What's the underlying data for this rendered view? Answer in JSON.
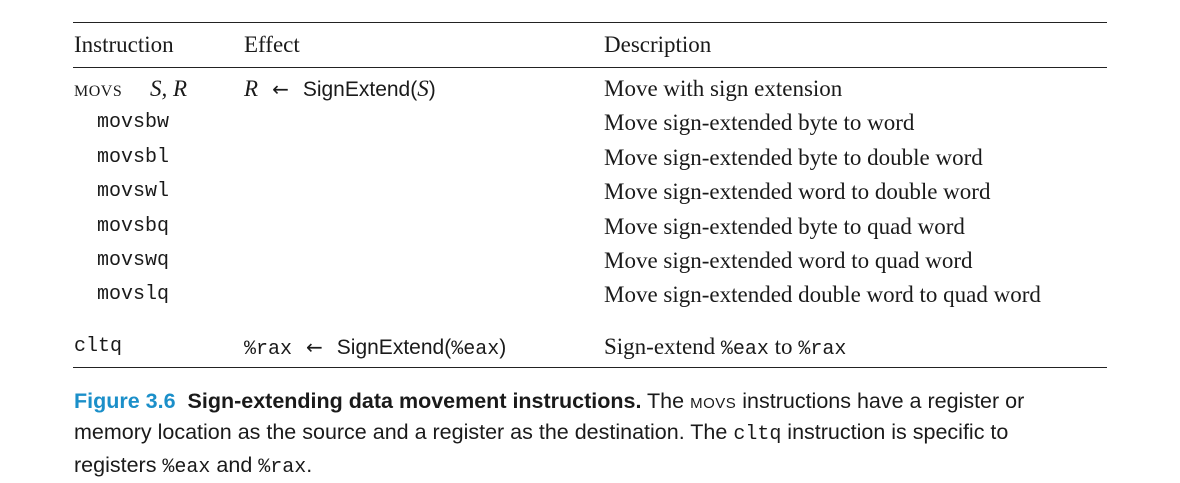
{
  "table": {
    "headers": {
      "instruction": "Instruction",
      "effect": "Effect",
      "description": "Description"
    },
    "group_row": {
      "instruction": "movs",
      "operands": "S, R",
      "effect_dest": "R",
      "effect_arrow": "←",
      "effect_func": "SignExtend(",
      "effect_arg": "S",
      "effect_close": ")",
      "description": "Move with sign extension"
    },
    "rows": [
      {
        "instruction": "movsbw",
        "description": "Move sign-extended byte to word"
      },
      {
        "instruction": "movsbl",
        "description": "Move sign-extended byte to double word"
      },
      {
        "instruction": "movswl",
        "description": "Move sign-extended word to double word"
      },
      {
        "instruction": "movsbq",
        "description": "Move sign-extended byte to quad word"
      },
      {
        "instruction": "movswq",
        "description": "Move sign-extended word to quad word"
      },
      {
        "instruction": "movslq",
        "description": "Move sign-extended double word to quad word"
      }
    ],
    "cltq_row": {
      "instruction": "cltq",
      "effect_dest": "%rax",
      "effect_arrow": "←",
      "effect_func": "SignExtend(",
      "effect_arg": "%eax",
      "effect_close": ")",
      "desc_prefix": "Sign-extend ",
      "desc_reg1": "%eax",
      "desc_mid": " to ",
      "desc_reg2": "%rax"
    }
  },
  "caption": {
    "label": "Figure 3.6",
    "title": "Sign-extending data movement instructions.",
    "part1": " The ",
    "movs": "movs",
    "part2": " instructions have a register or memory location as the source and a register as the destination. The ",
    "cltq": "cltq",
    "part3": " instruction is specific to registers ",
    "reg1": "%eax",
    "part4": " and ",
    "reg2": "%rax",
    "part5": "."
  },
  "colors": {
    "figure_label": "#1b8fc9",
    "rules": "#222222",
    "text": "#1a1a1a"
  }
}
